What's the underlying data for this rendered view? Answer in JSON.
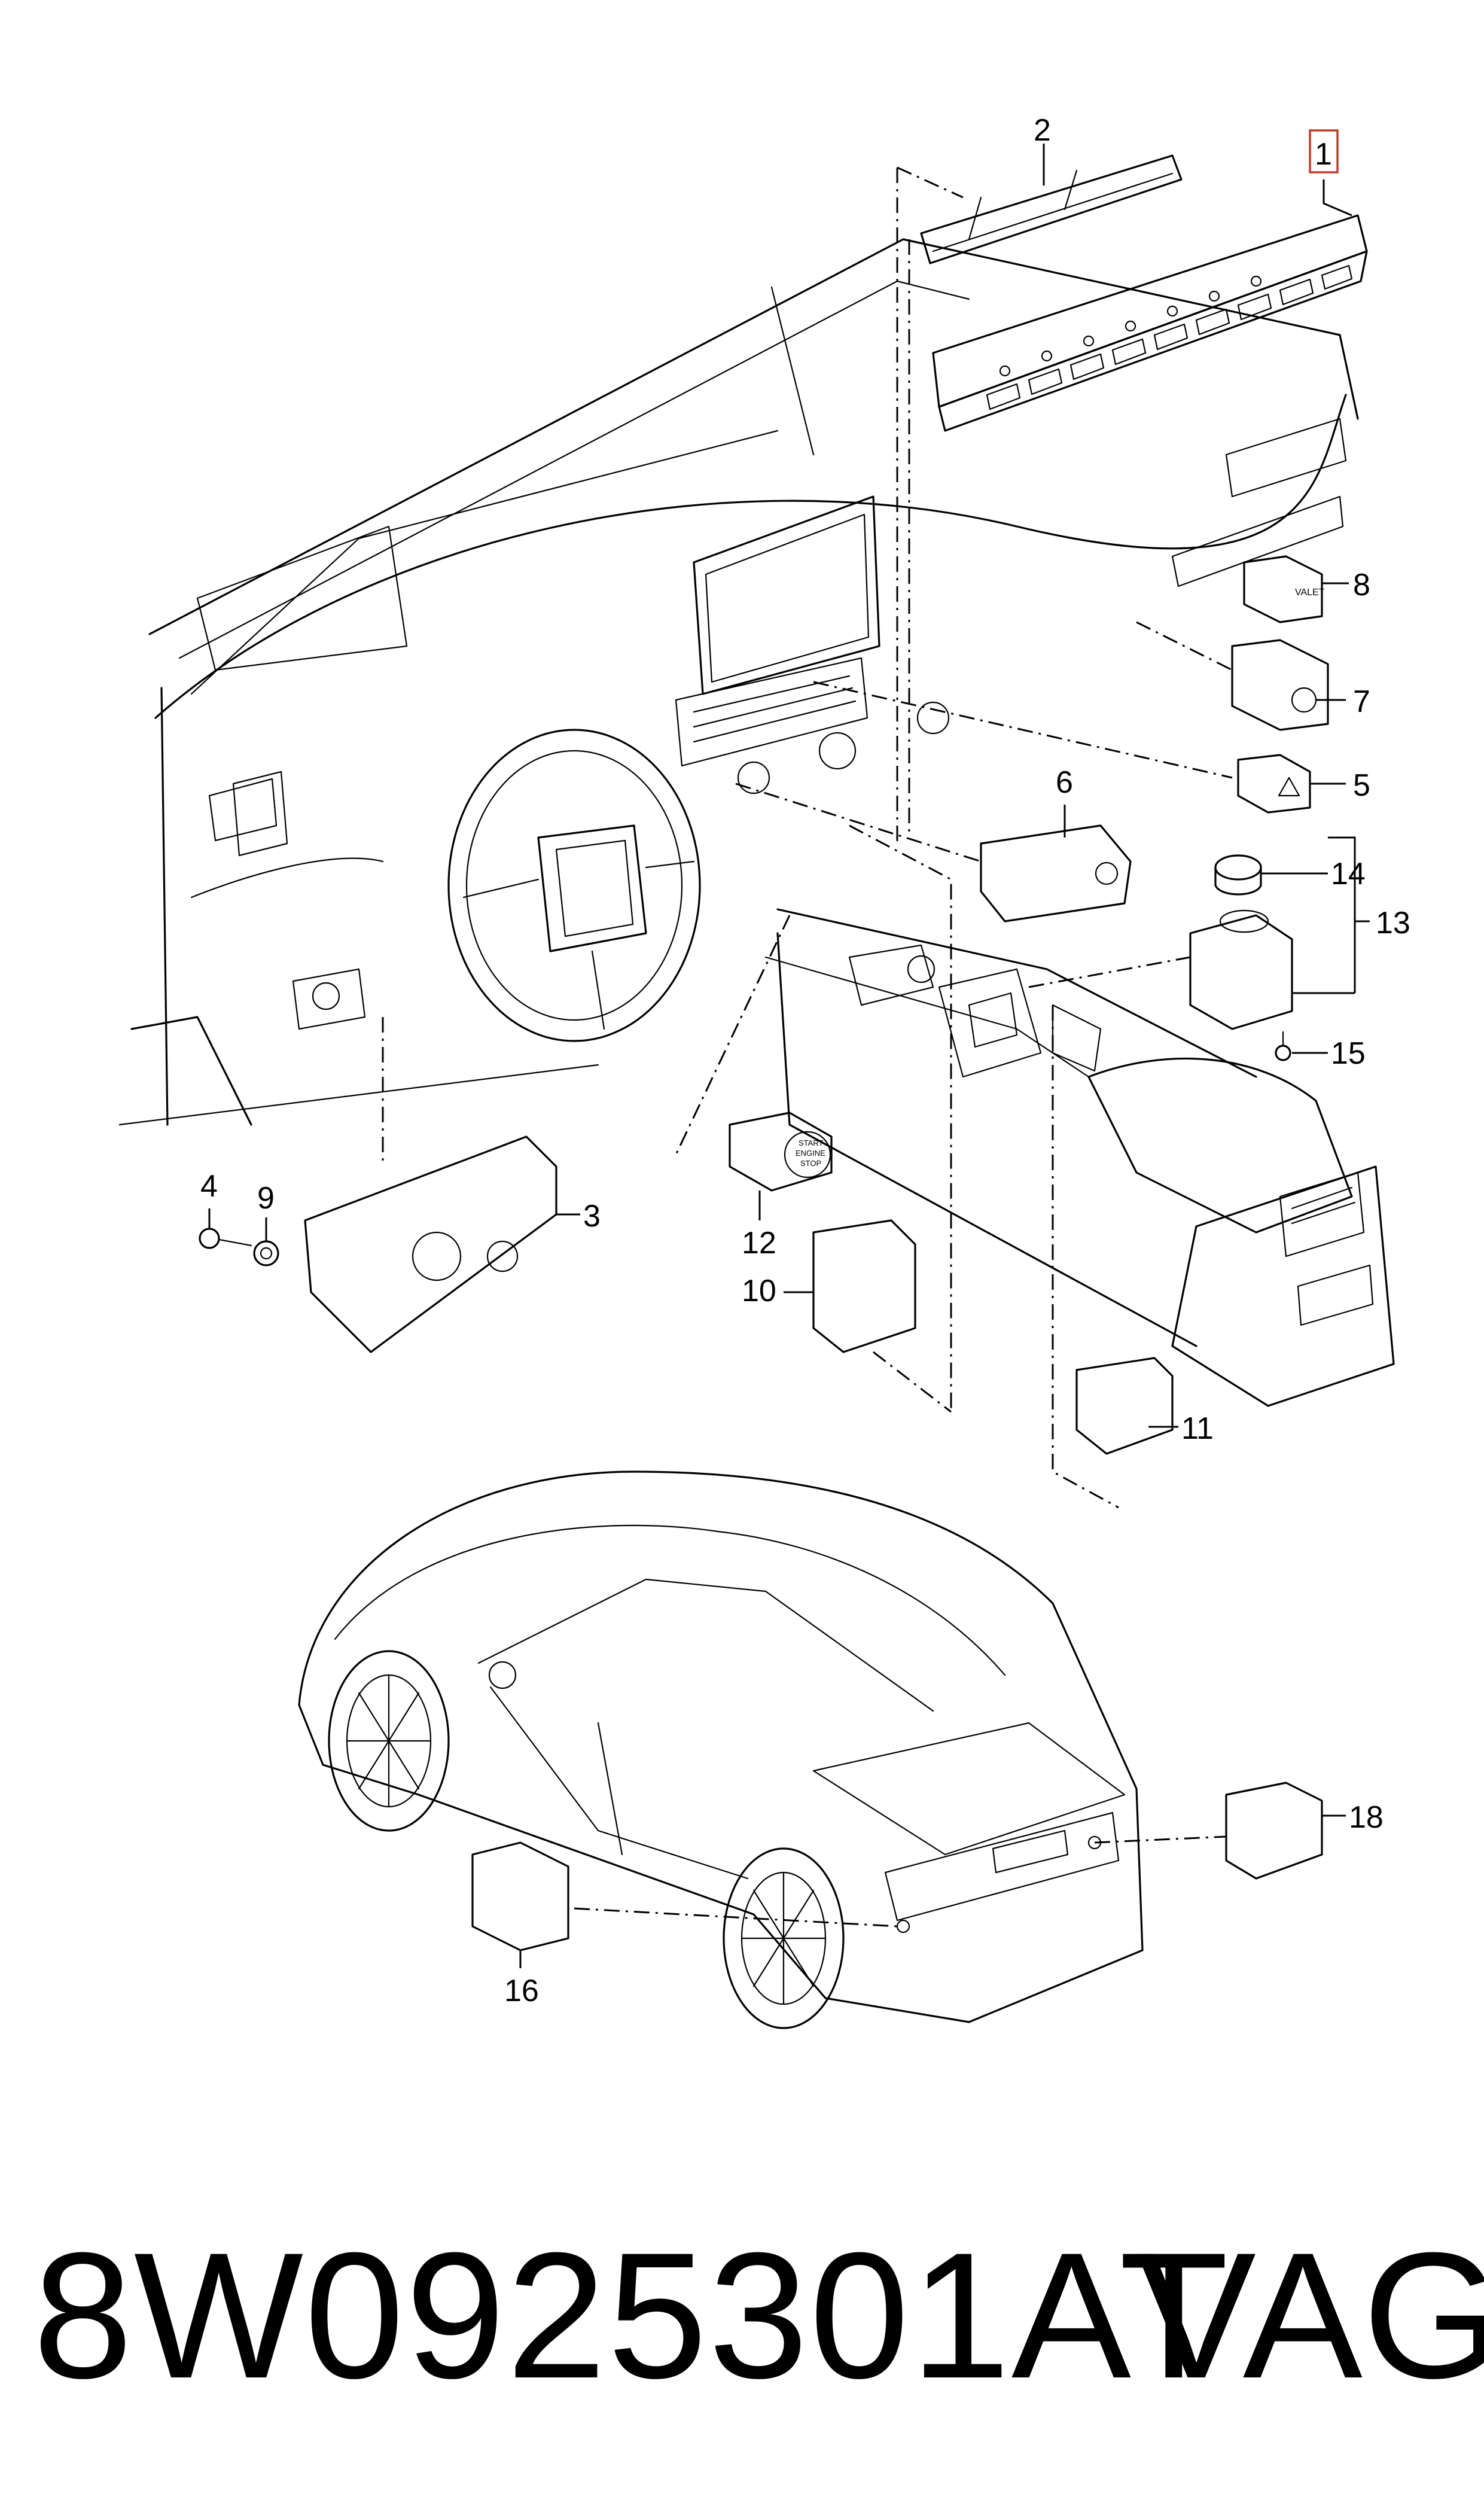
{
  "diagram": {
    "callouts": [
      {
        "id": "1",
        "label": "1",
        "highlighted": true
      },
      {
        "id": "2",
        "label": "2"
      },
      {
        "id": "3",
        "label": "3"
      },
      {
        "id": "4",
        "label": "4"
      },
      {
        "id": "5",
        "label": "5"
      },
      {
        "id": "6",
        "label": "6"
      },
      {
        "id": "7",
        "label": "7"
      },
      {
        "id": "8",
        "label": "8"
      },
      {
        "id": "9",
        "label": "9"
      },
      {
        "id": "10",
        "label": "10"
      },
      {
        "id": "11",
        "label": "11"
      },
      {
        "id": "12",
        "label": "12"
      },
      {
        "id": "13",
        "label": "13"
      },
      {
        "id": "14",
        "label": "14"
      },
      {
        "id": "15",
        "label": "15"
      },
      {
        "id": "16",
        "label": "16"
      },
      {
        "id": "18",
        "label": "18"
      }
    ],
    "button_labels": {
      "valet": "VALET",
      "start": "START",
      "engine": "ENGINE",
      "stop": "STOP"
    },
    "highlight_color": "#c0392b"
  },
  "footer": {
    "part_number": "8W0925301AT",
    "brand": "VAG"
  }
}
